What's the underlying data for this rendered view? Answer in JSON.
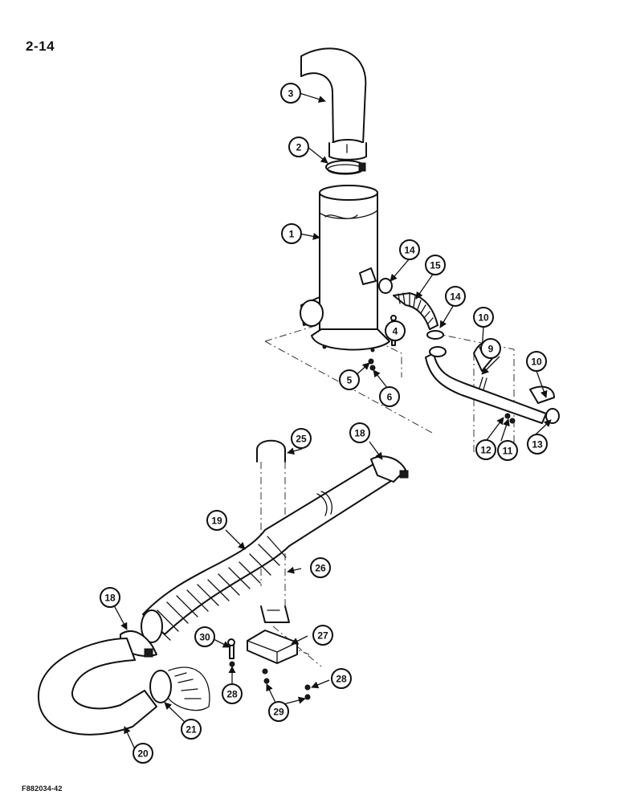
{
  "page_number": "2-14",
  "figure_code": "F882034-42",
  "callouts": [
    "1",
    "2",
    "3",
    "4",
    "5",
    "6",
    "9",
    "10",
    "10",
    "11",
    "12",
    "13",
    "14",
    "14",
    "15",
    "18",
    "18",
    "19",
    "20",
    "21",
    "25",
    "26",
    "27",
    "28",
    "28",
    "29",
    "30"
  ]
}
